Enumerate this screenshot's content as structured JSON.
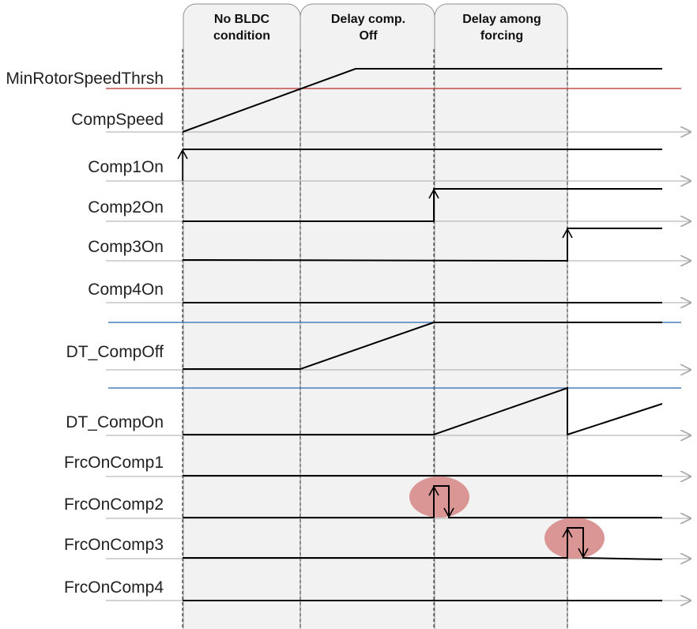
{
  "phases": [
    {
      "title_line1": "No BLDC",
      "title_line2": "condition"
    },
    {
      "title_line1": "Delay comp.",
      "title_line2": "Off"
    },
    {
      "title_line1": "Delay among",
      "title_line2": "forcing"
    }
  ],
  "signals": {
    "min_rotor_speed_thrsh": "MinRotorSpeedThrsh",
    "comp_speed": "CompSpeed",
    "comp1_on": "Comp1On",
    "comp2_on": "Comp2On",
    "comp3_on": "Comp3On",
    "comp4_on": "Comp4On",
    "dt_comp_off": "DT_CompOff",
    "dt_comp_on": "DT_CompOn",
    "frc_on_comp1": "FrcOnComp1",
    "frc_on_comp2": "FrcOnComp2",
    "frc_on_comp3": "FrcOnComp3",
    "frc_on_comp4": "FrcOnComp4"
  },
  "colors": {
    "threshold_line": "#c0504d",
    "timer_limit_line": "#4a7ebb",
    "highlight": "#d99694",
    "phase_background": "#f2f2f2"
  }
}
